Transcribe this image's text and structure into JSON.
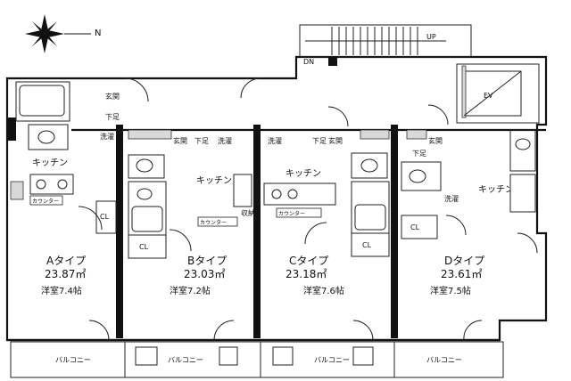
{
  "compass": {
    "north_label": "N"
  },
  "labels": {
    "dn": "DN",
    "up": "UP",
    "ev": "EV",
    "kitchen": "キッチン",
    "entrance": "玄関",
    "shoe_box": "下足",
    "washer": "洗濯",
    "counter": "カウンター",
    "closet": "CL",
    "storage": "収納",
    "balcony": "バルコニー"
  },
  "units": [
    {
      "type": "Aタイプ",
      "area": "23.87㎡",
      "room": "洋室7.4帖"
    },
    {
      "type": "Bタイプ",
      "area": "23.03㎡",
      "room": "洋室7.2帖"
    },
    {
      "type": "Cタイプ",
      "area": "23.18㎡",
      "room": "洋室7.6帖"
    },
    {
      "type": "Dタイプ",
      "area": "23.61㎡",
      "room": "洋室7.5帖"
    }
  ]
}
